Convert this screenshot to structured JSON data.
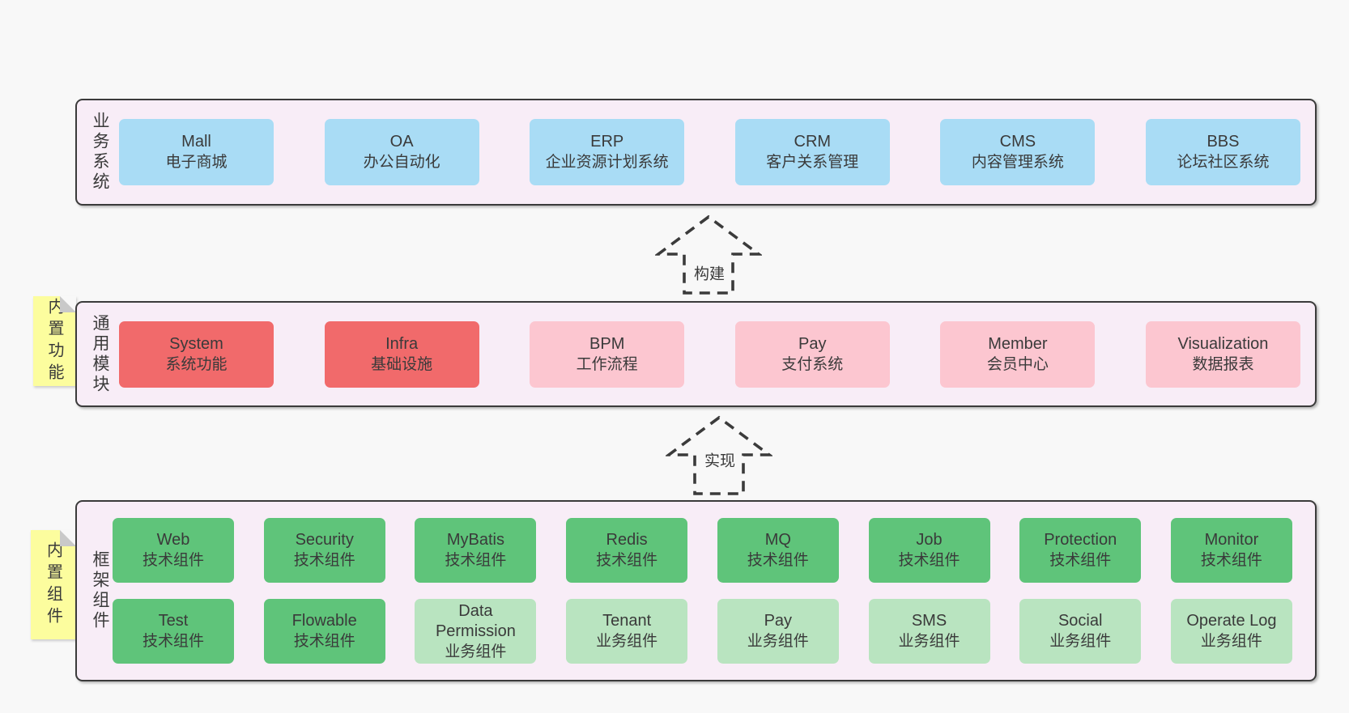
{
  "colors": {
    "page-bg": "#f8f8f8",
    "panel-bg": "#f8edf7",
    "panel-border": "#3b3b3b",
    "box-blue": "#a9dcf5",
    "box-red": "#f16a6b",
    "box-pink": "#fcc6d0",
    "box-green": "#5fc47a",
    "box-light-green": "#b9e4c0",
    "note-yellow": "#fcfd9e",
    "note-fold": "#c9c9c9",
    "text": "#3a3a3a"
  },
  "layers": {
    "business": {
      "label": "业务系统",
      "boxes": [
        {
          "title": "Mall",
          "subtitle": "电子商城"
        },
        {
          "title": "OA",
          "subtitle": "办公自动化"
        },
        {
          "title": "ERP",
          "subtitle": "企业资源计划系统"
        },
        {
          "title": "CRM",
          "subtitle": "客户关系管理"
        },
        {
          "title": "CMS",
          "subtitle": "内容管理系统"
        },
        {
          "title": "BBS",
          "subtitle": "论坛社区系统"
        }
      ]
    },
    "modules": {
      "label": "通用模块",
      "note": "内置功能",
      "boxes": [
        {
          "title": "System",
          "subtitle": "系统功能"
        },
        {
          "title": "Infra",
          "subtitle": "基础设施"
        },
        {
          "title": "BPM",
          "subtitle": "工作流程"
        },
        {
          "title": "Pay",
          "subtitle": "支付系统"
        },
        {
          "title": "Member",
          "subtitle": "会员中心"
        },
        {
          "title": "Visualization",
          "subtitle": "数据报表"
        }
      ]
    },
    "framework": {
      "label": "框架组件",
      "note": "内置组件",
      "row1": [
        {
          "title": "Web",
          "subtitle": "技术组件"
        },
        {
          "title": "Security",
          "subtitle": "技术组件"
        },
        {
          "title": "MyBatis",
          "subtitle": "技术组件"
        },
        {
          "title": "Redis",
          "subtitle": "技术组件"
        },
        {
          "title": "MQ",
          "subtitle": "技术组件"
        },
        {
          "title": "Job",
          "subtitle": "技术组件"
        },
        {
          "title": "Protection",
          "subtitle": "技术组件"
        },
        {
          "title": "Monitor",
          "subtitle": "技术组件"
        }
      ],
      "row2": [
        {
          "title": "Test",
          "subtitle": "技术组件"
        },
        {
          "title": "Flowable",
          "subtitle": "技术组件"
        },
        {
          "title": "Data Permission",
          "subtitle": "业务组件"
        },
        {
          "title": "Tenant",
          "subtitle": "业务组件"
        },
        {
          "title": "Pay",
          "subtitle": "业务组件"
        },
        {
          "title": "SMS",
          "subtitle": "业务组件"
        },
        {
          "title": "Social",
          "subtitle": "业务组件"
        },
        {
          "title": "Operate Log",
          "subtitle": "业务组件"
        }
      ]
    }
  },
  "arrows": {
    "build": "构建",
    "implement": "实现"
  }
}
